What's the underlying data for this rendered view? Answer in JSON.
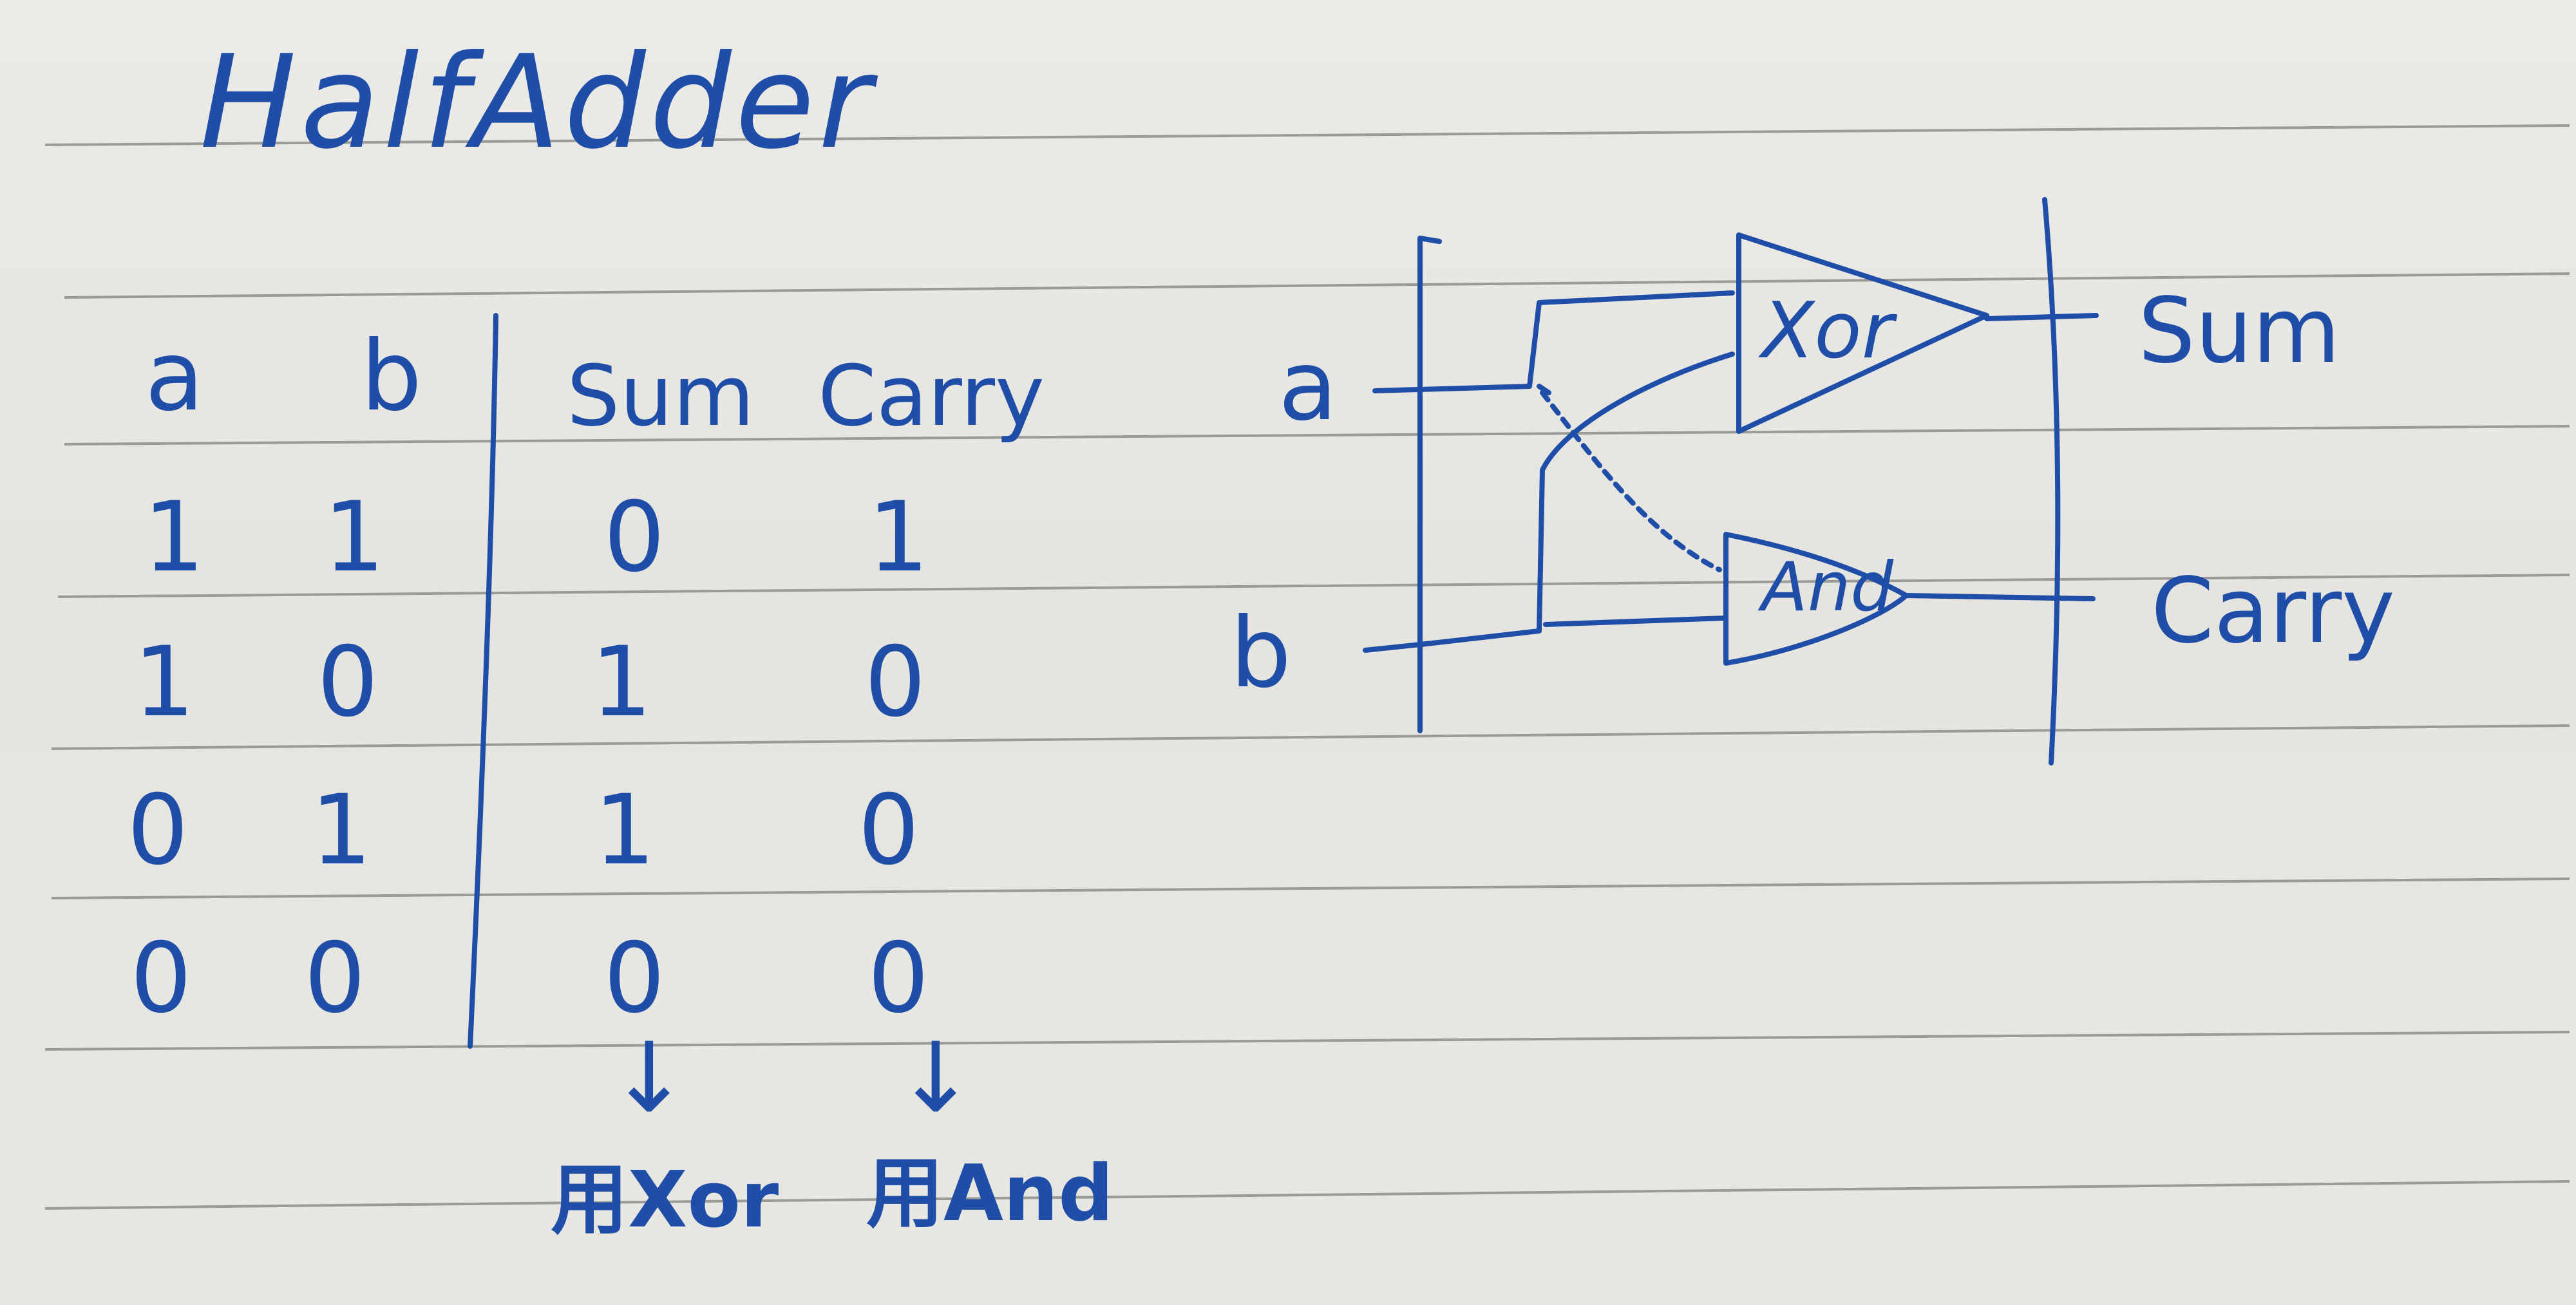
{
  "title": "HalfAdder",
  "truth_table": {
    "headers": [
      "a",
      "b",
      "Sum",
      "Carry"
    ],
    "rows": [
      [
        "1",
        "1",
        "0",
        "1"
      ],
      [
        "1",
        "0",
        "1",
        "0"
      ],
      [
        "0",
        "1",
        "1",
        "0"
      ],
      [
        "0",
        "0",
        "0",
        "0"
      ]
    ]
  },
  "notes": {
    "arrow": "↓",
    "sum": "用Xor",
    "carry": "用And"
  },
  "circuit": {
    "input_a": "a",
    "input_b": "b",
    "xor_gate": "Xor",
    "and_gate": "And",
    "output_sum": "Sum",
    "output_carry": "Carry"
  },
  "colors": {
    "ink": "#1e4ea8",
    "paper": "#e8e6e1",
    "rule": "#9c9a96"
  }
}
